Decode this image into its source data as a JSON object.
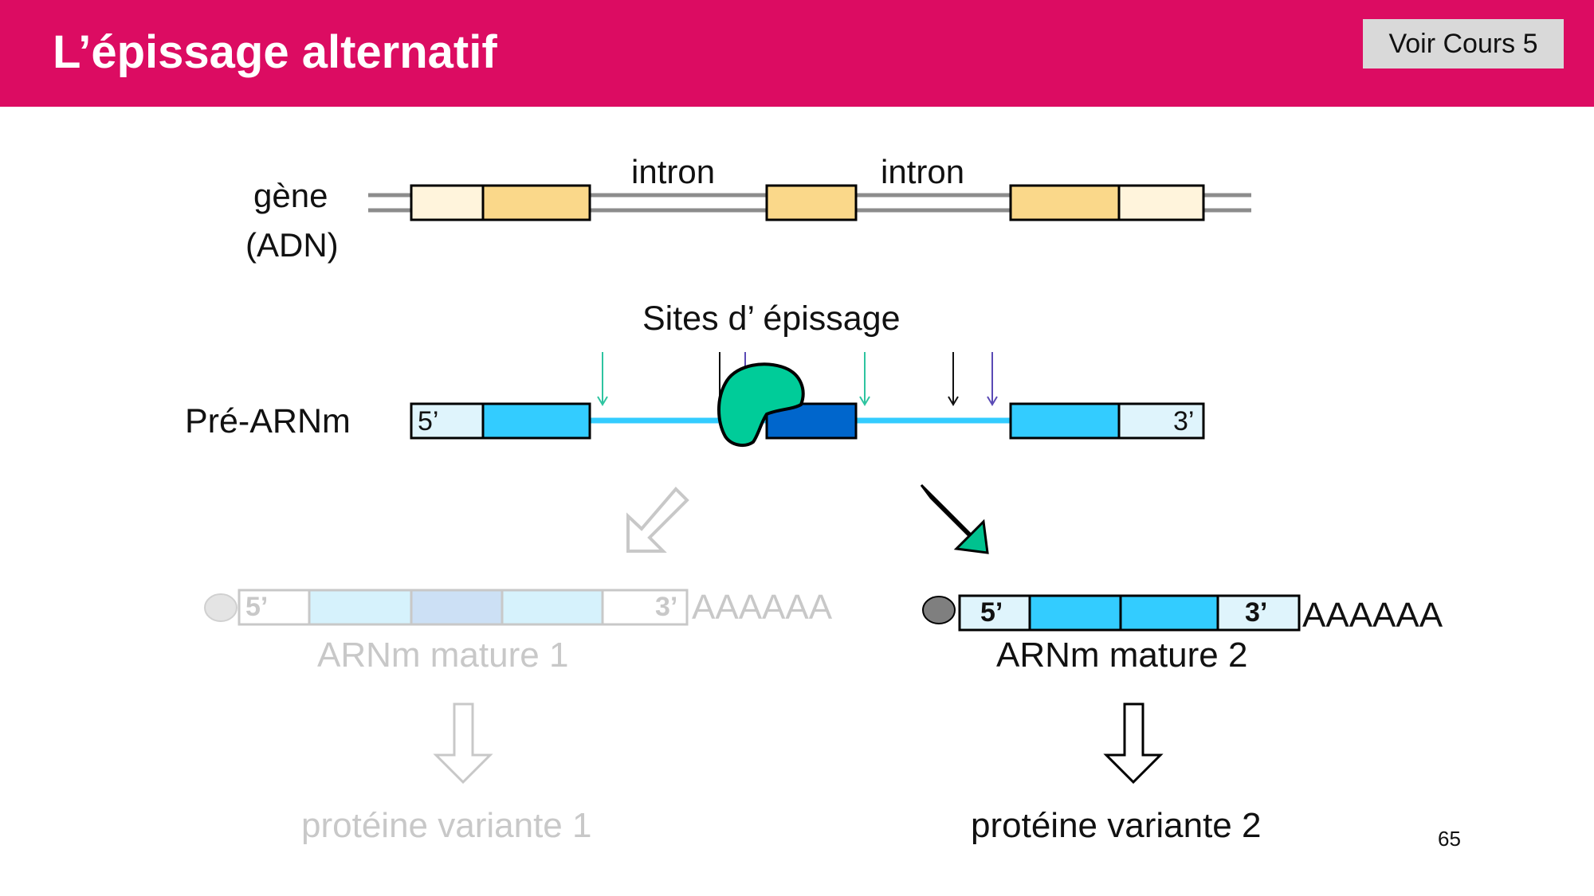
{
  "header": {
    "title": "L’épissage alternatif",
    "voir_cours_label": "Voir Cours 5",
    "background_color": "#dc0c62"
  },
  "gene": {
    "label_line1": "gène",
    "label_line2": "(ADN)",
    "intron_label_1": "intron",
    "intron_label_2": "intron"
  },
  "splice_sites_label": "Sites d’ épissage",
  "pre_mrna": {
    "label": "Pré-ARNm",
    "five_prime": "5’",
    "three_prime": "3’"
  },
  "mature_1": {
    "five_prime": "5’",
    "three_prime": "3’",
    "polya": "AAAAAA",
    "label": "ARNm mature 1",
    "protein": "protéine variante 1"
  },
  "mature_2": {
    "five_prime": "5’",
    "three_prime": "3’",
    "polya": "AAAAAA",
    "label": "ARNm mature 2",
    "protein": "protéine variante 2"
  },
  "slide_number": "65",
  "colors": {
    "exon_light_yellow": "#fff4dc",
    "exon_yellow": "#fad88a",
    "exon_cyan": "#33ccff",
    "exon_dark_blue": "#0066cc",
    "utr_light_cyan": "#dff4fc",
    "spliceosome_green": "#00cc99",
    "arrow_green": "#00c28f"
  }
}
